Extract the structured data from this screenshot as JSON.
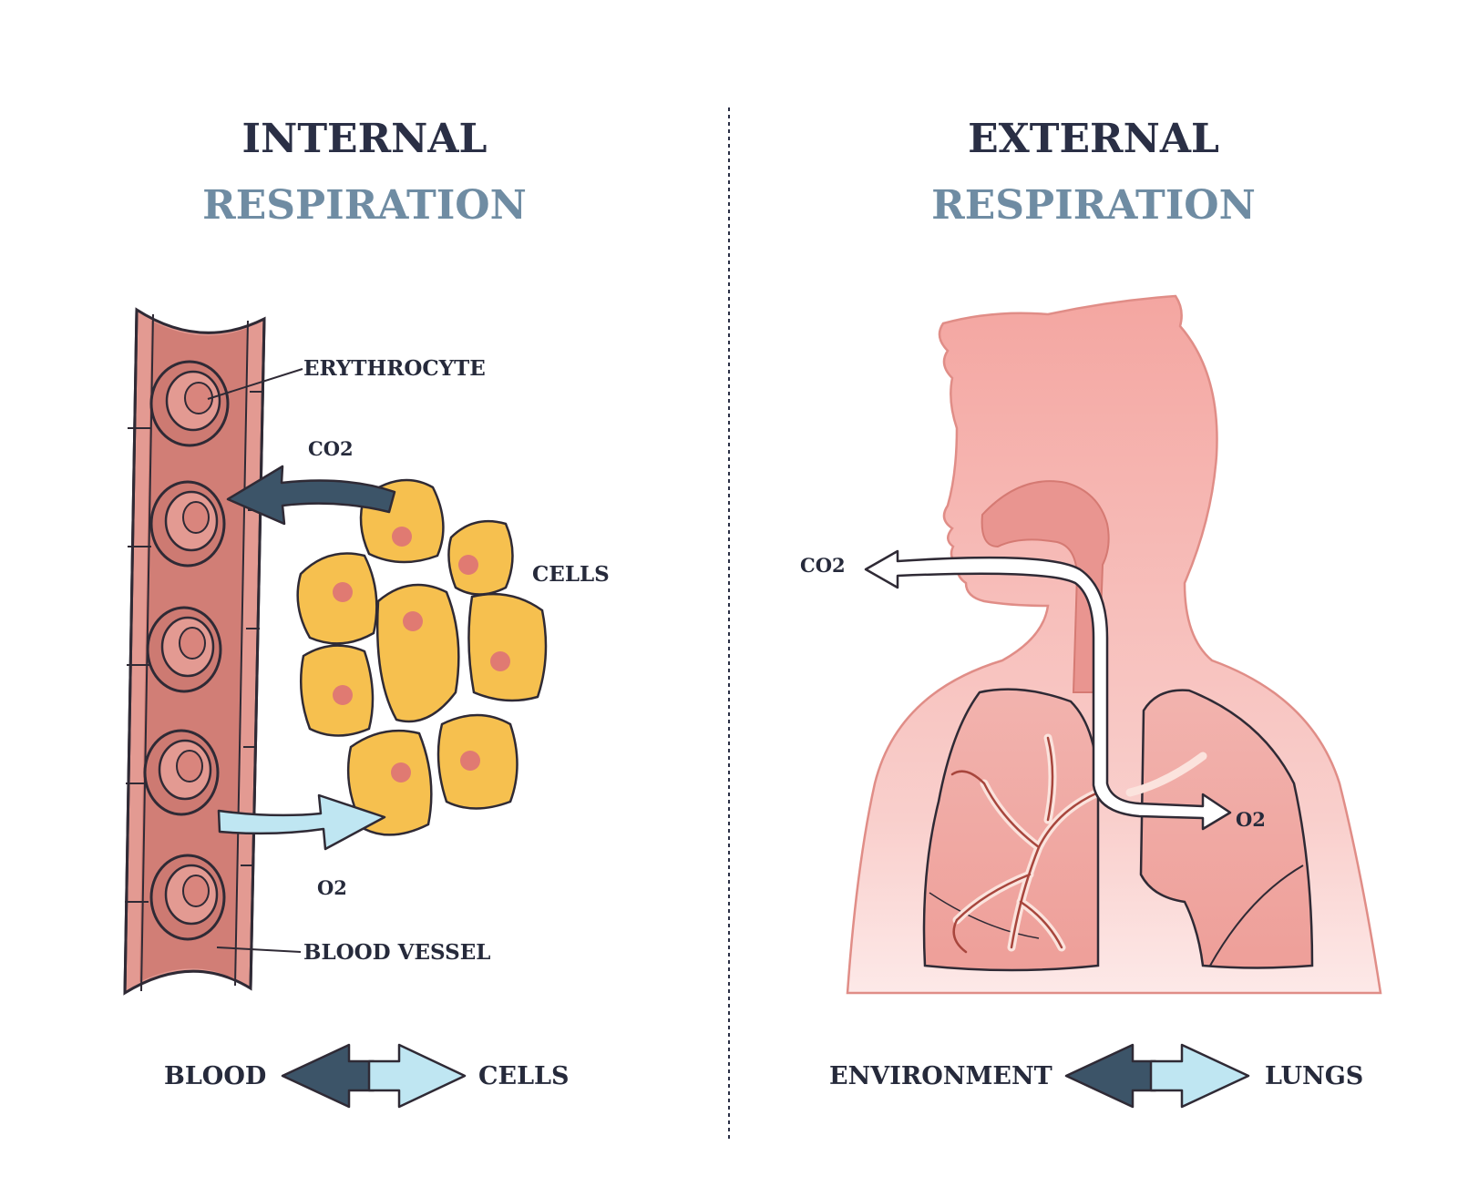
{
  "left": {
    "title": "INTERNAL",
    "subtitle": "RESPIRATION",
    "labels": {
      "erythrocyte": "ERYTHROCYTE",
      "co2": "CO2",
      "cells": "CELLS",
      "o2": "O2",
      "blood_vessel": "BLOOD VESSEL"
    },
    "footer": {
      "from": "BLOOD",
      "to": "CELLS"
    }
  },
  "right": {
    "title": "EXTERNAL",
    "subtitle": "RESPIRATION",
    "labels": {
      "co2": "CO2",
      "o2": "O2"
    },
    "footer": {
      "from": "ENVIRONMENT",
      "to": "LUNGS"
    }
  },
  "colors": {
    "title": "#2a2f45",
    "subtitle": "#6f8ca3",
    "vessel": "#d98880",
    "cell": "#f6c04f",
    "body": "#f4a9a4",
    "arrow_dark": "#3c5468",
    "arrow_light": "#bfe6f2"
  }
}
